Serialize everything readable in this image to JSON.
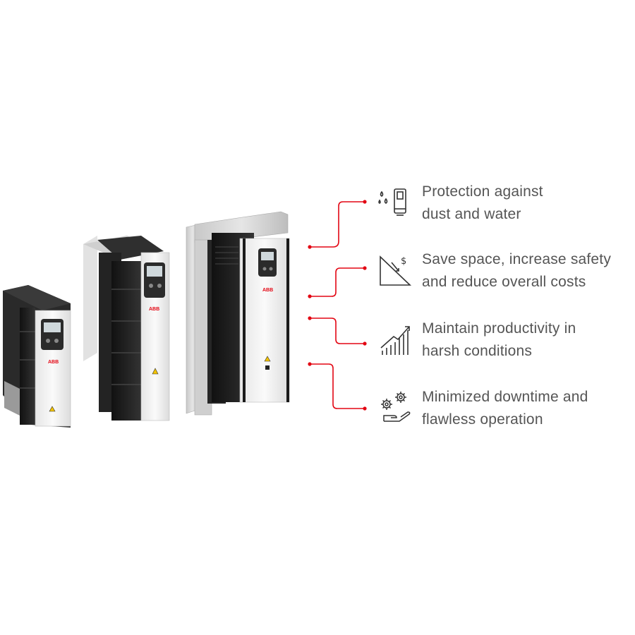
{
  "brand": {
    "logo_text": "ABB",
    "accent_color": "#e30613"
  },
  "products": [
    {
      "name": "small-drive"
    },
    {
      "name": "medium-drive"
    },
    {
      "name": "large-drive"
    }
  ],
  "features": [
    {
      "icon": "dust-water-protection-icon",
      "line1": "Protection against",
      "line2": "dust and water"
    },
    {
      "icon": "save-space-cost-icon",
      "line1": "Save space, increase safety",
      "line2": "and reduce overall costs"
    },
    {
      "icon": "productivity-growth-icon",
      "line1": "Maintain productivity in",
      "line2": "harsh conditions"
    },
    {
      "icon": "gears-hand-icon",
      "line1": "Minimized downtime and",
      "line2": "flawless operation"
    }
  ],
  "colors": {
    "text": "#555555",
    "icon_stroke": "#333333",
    "drive_body": "#1e1e1e",
    "drive_front": "#f4f4f4",
    "mount_plate": "#d6d6d6"
  }
}
